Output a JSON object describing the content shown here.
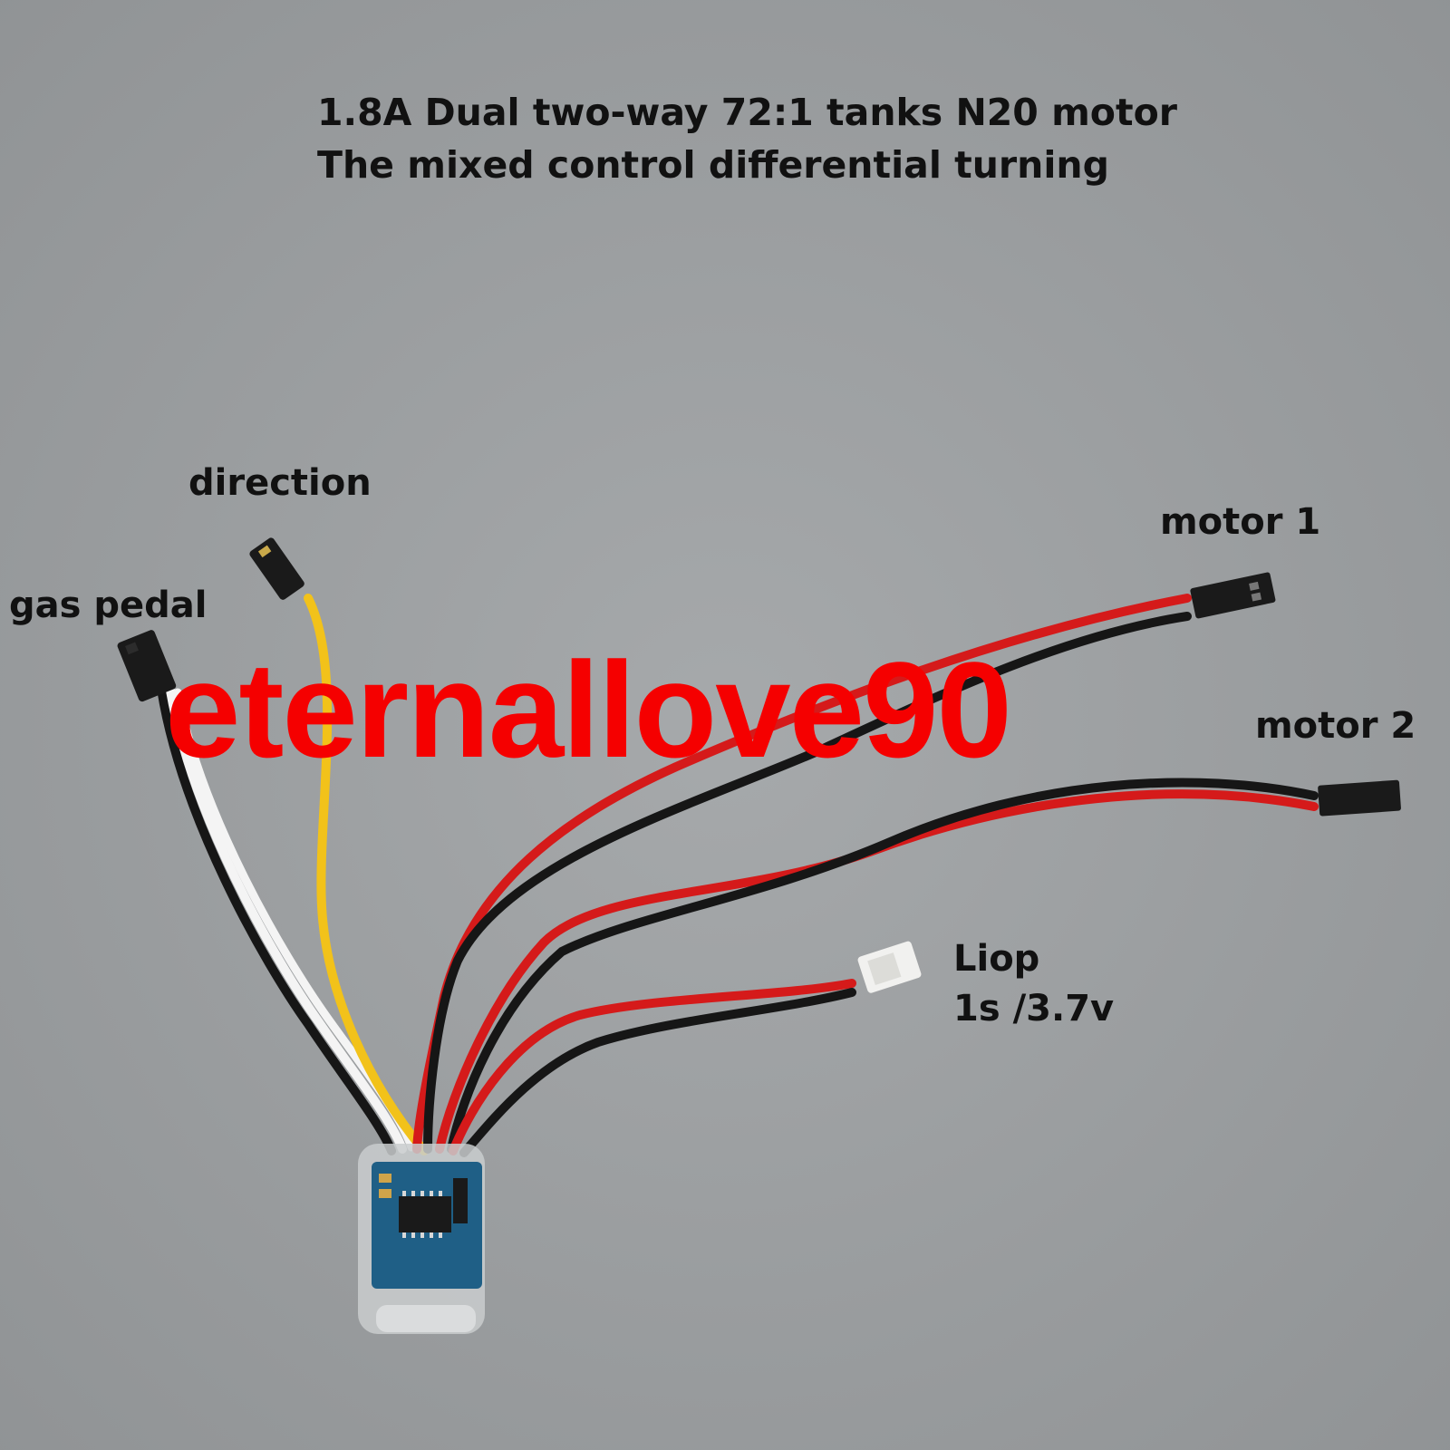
{
  "caption": {
    "line1": "1.8A Dual two-way 72:1 tanks N20 motor",
    "line2": "The mixed control differential turning"
  },
  "labels": {
    "direction": "direction",
    "gas_pedal": "gas pedal",
    "motor1": "motor 1",
    "motor2": "motor 2",
    "battery_line1": "Liop",
    "battery_line2": "1s /3.7v"
  },
  "watermark": "eternallove90",
  "colors": {
    "background": "#9ea1a3",
    "wire_red": "#d51a1a",
    "wire_black": "#161616",
    "wire_white": "#f4f4f4",
    "wire_yellow": "#f2c21a",
    "pcb_blue": "#1f5f86",
    "watermark": "#f50000"
  }
}
